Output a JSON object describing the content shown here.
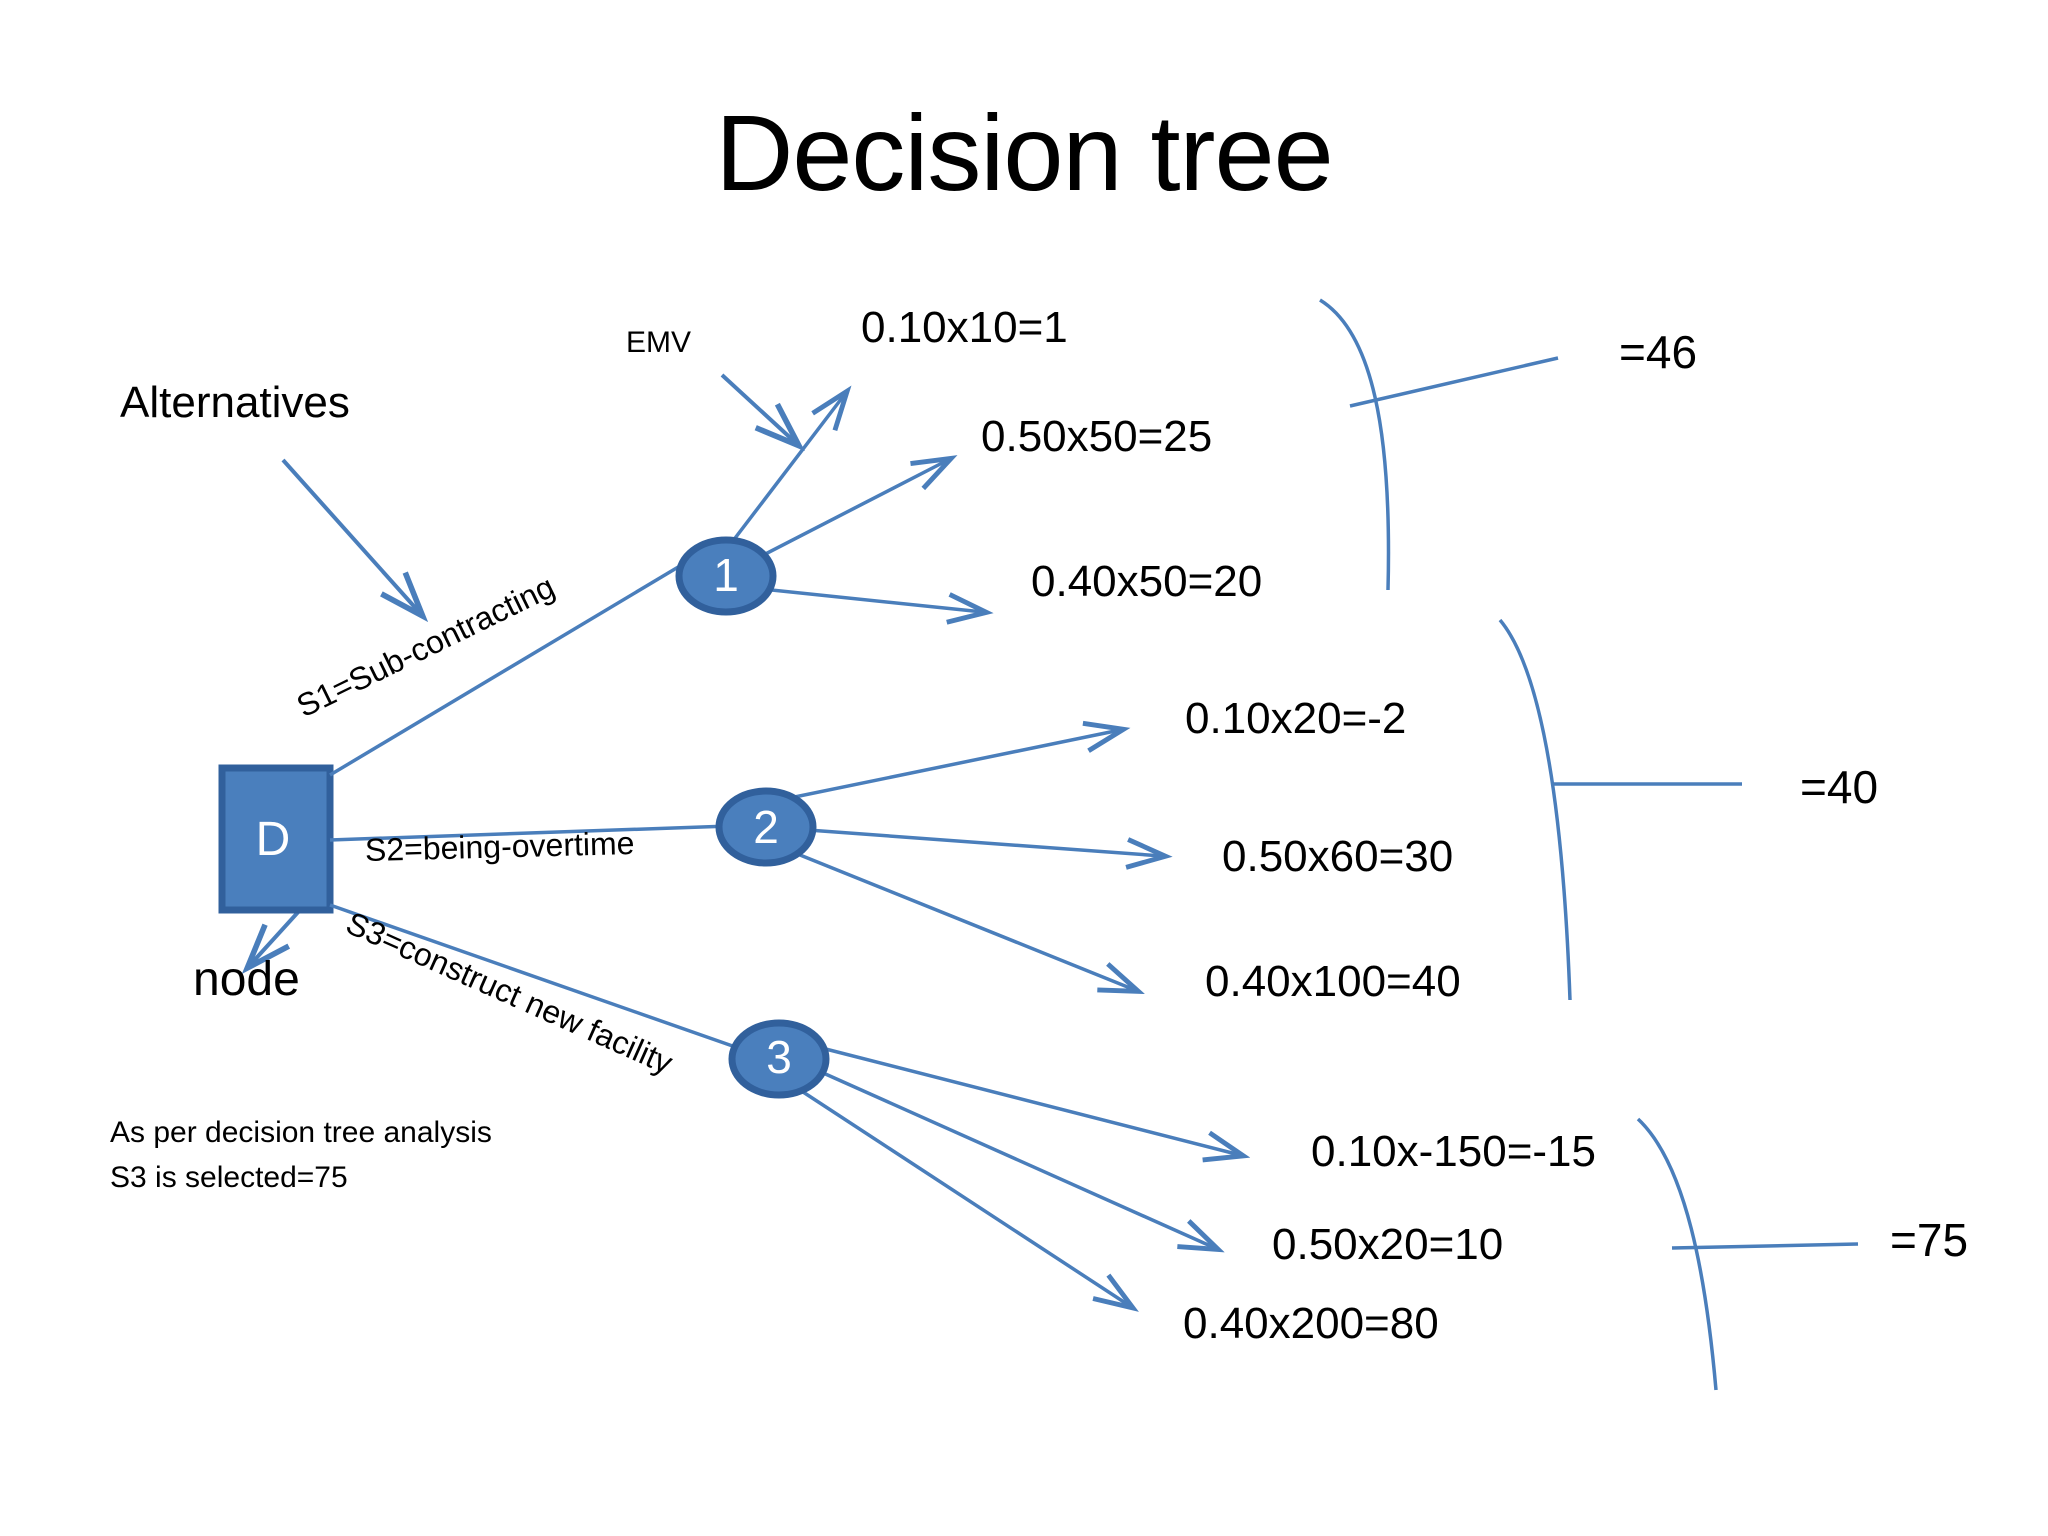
{
  "slide": {
    "title": "Decision tree",
    "background": "#ffffff"
  },
  "colors": {
    "line": "#4a7ebb",
    "node_fill": "#4a7fbd",
    "node_stroke": "#31609c",
    "node_text": "#ffffff",
    "text": "#000000"
  },
  "annotations": {
    "alternatives": "Alternatives",
    "emv": "EMV",
    "node_word": "node"
  },
  "decision_node": {
    "name": "D"
  },
  "chance_nodes": [
    {
      "id": "1",
      "label": "1"
    },
    {
      "id": "2",
      "label": "2"
    },
    {
      "id": "3",
      "label": "3"
    }
  ],
  "branch_labels": {
    "s1": "S1=Sub-contracting",
    "s2": "S2=being-overtime",
    "s3": "S3=construct new facility"
  },
  "outcomes": {
    "node1": [
      "0.10x10=1",
      "0.50x50=25",
      "0.40x50=20"
    ],
    "node2": [
      "0.10x20=-2",
      "0.50x60=30",
      "0.40x100=40"
    ],
    "node3": [
      "0.10x-150=-15",
      "0.50x20=10",
      "0.40x200=80"
    ]
  },
  "emv_totals": {
    "node1": "=46",
    "node2": "=40",
    "node3": "=75"
  },
  "conclusion": {
    "line1": "As per decision tree analysis",
    "line2": "S3  is  selected=75"
  },
  "chart_data": {
    "type": "diagram",
    "diagram_kind": "decision-tree",
    "title": "Decision tree",
    "root": {
      "type": "decision",
      "label": "D",
      "alternatives": [
        {
          "branch": "S1=Sub-contracting",
          "chance_node": "1",
          "outcomes": [
            {
              "probability": 0.1,
              "payoff": 10,
              "expected": 1,
              "text": "0.10x10=1"
            },
            {
              "probability": 0.5,
              "payoff": 50,
              "expected": 25,
              "text": "0.50x50=25"
            },
            {
              "probability": 0.4,
              "payoff": 50,
              "expected": 20,
              "text": "0.40x50=20"
            }
          ],
          "emv": 46,
          "emv_text": "=46"
        },
        {
          "branch": "S2=being-overtime",
          "chance_node": "2",
          "outcomes": [
            {
              "probability": 0.1,
              "payoff": 20,
              "expected": -2,
              "text": "0.10x20=-2"
            },
            {
              "probability": 0.5,
              "payoff": 60,
              "expected": 30,
              "text": "0.50x60=30"
            },
            {
              "probability": 0.4,
              "payoff": 100,
              "expected": 40,
              "text": "0.40x100=40"
            }
          ],
          "emv": 40,
          "emv_text": "=40"
        },
        {
          "branch": "S3=construct new facility",
          "chance_node": "3",
          "outcomes": [
            {
              "probability": 0.1,
              "payoff": -150,
              "expected": -15,
              "text": "0.10x-150=-15"
            },
            {
              "probability": 0.5,
              "payoff": 20,
              "expected": 10,
              "text": "0.50x20=10"
            },
            {
              "probability": 0.4,
              "payoff": 200,
              "expected": 80,
              "text": "0.40x200=80"
            }
          ],
          "emv": 75,
          "emv_text": "=75"
        }
      ]
    },
    "selected_alternative": "S3",
    "selected_value": 75
  }
}
